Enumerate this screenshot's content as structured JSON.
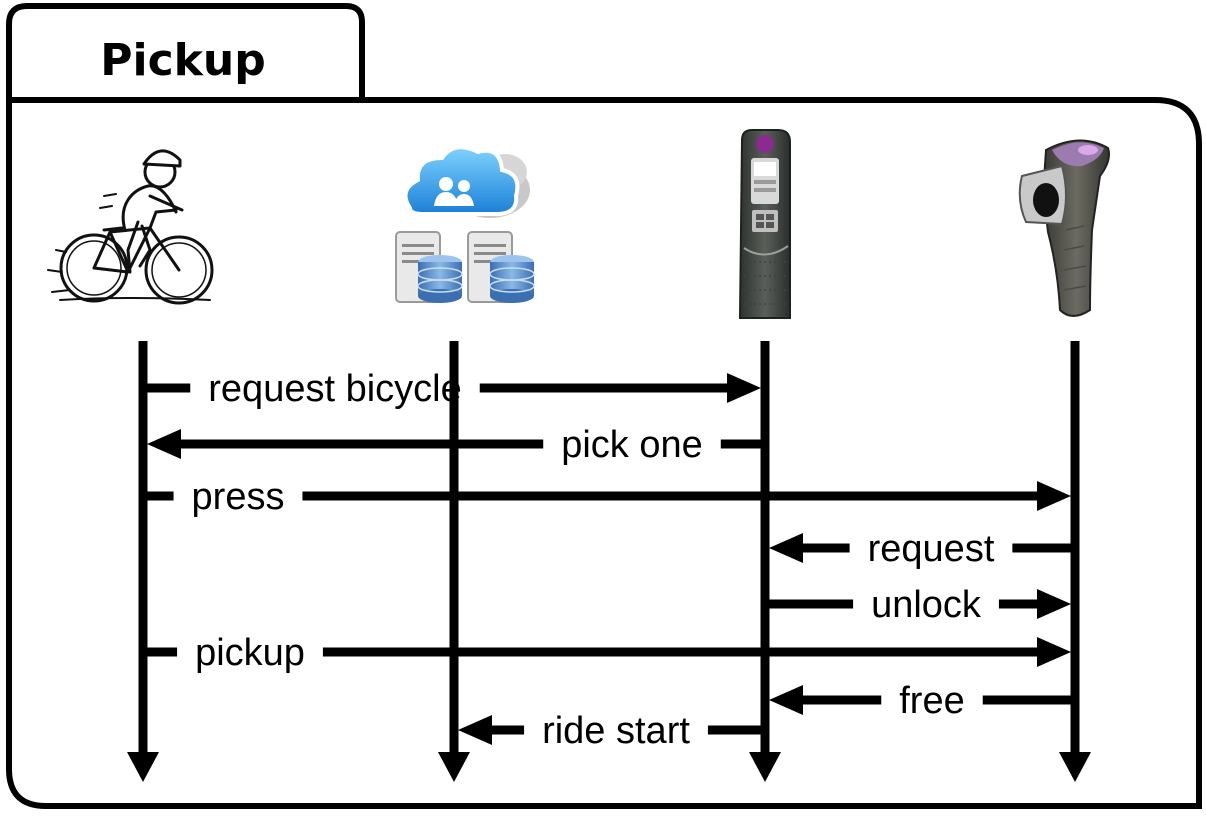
{
  "title": "Pickup",
  "actors": [
    {
      "id": "rider",
      "icon": "cyclist-icon"
    },
    {
      "id": "cloud",
      "icon": "cloud-server-icon"
    },
    {
      "id": "kiosk",
      "icon": "station-kiosk-icon"
    },
    {
      "id": "dock",
      "icon": "bike-dock-icon"
    }
  ],
  "messages": [
    {
      "label": "request bicycle",
      "from": "rider",
      "to": "kiosk"
    },
    {
      "label": "pick one",
      "from": "kiosk",
      "to": "rider"
    },
    {
      "label": "press",
      "from": "rider",
      "to": "dock"
    },
    {
      "label": "request",
      "from": "dock",
      "to": "kiosk"
    },
    {
      "label": "unlock",
      "from": "kiosk",
      "to": "dock"
    },
    {
      "label": "pickup",
      "from": "rider",
      "to": "dock"
    },
    {
      "label": "free",
      "from": "dock",
      "to": "kiosk"
    },
    {
      "label": "ride start",
      "from": "kiosk",
      "to": "cloud"
    }
  ]
}
